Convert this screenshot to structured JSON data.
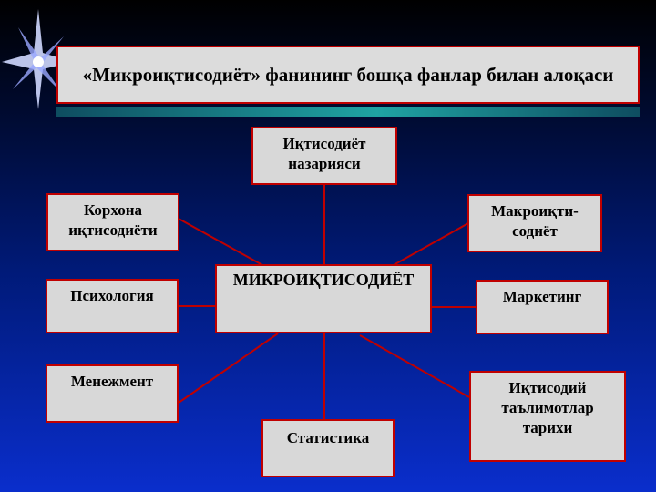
{
  "slide": {
    "title": "«Микроиқтисодиёт» фанининг бошқа фанлар билан алоқаси",
    "center": "МИКРОИҚТИСОДИЁТ",
    "nodes": {
      "top": "Иқтисодиёт\nназарияси",
      "corp": "Корхона\nиқтисодиёти",
      "macro": "Макроиқти-\nсодиёт",
      "psych": "Психология",
      "marketing": "Маркетинг",
      "mgmt": "Менежмент",
      "history": "Иқтисодий\nтаълимотлар\nтарихи",
      "stats": "Статистика"
    }
  },
  "colors": {
    "box_fill": "#d8d8d8",
    "box_border": "#c00000",
    "connector": "#c00000",
    "accent_bar": "#1fa3a3"
  }
}
